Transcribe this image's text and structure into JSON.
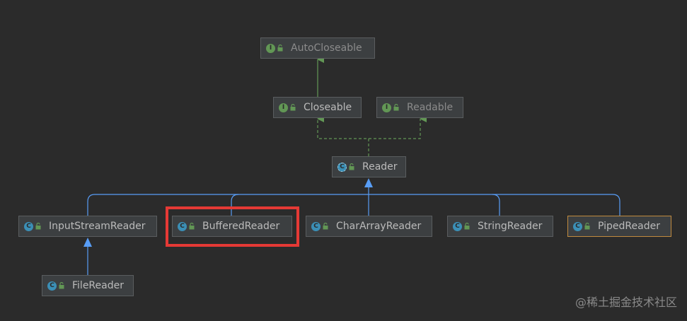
{
  "nodes": {
    "autocloseable": {
      "label": "AutoCloseable",
      "kind": "interface"
    },
    "closeable": {
      "label": "Closeable",
      "kind": "interface"
    },
    "readable": {
      "label": "Readable",
      "kind": "interface"
    },
    "reader": {
      "label": "Reader",
      "kind": "abstract-class"
    },
    "inputstreamreader": {
      "label": "InputStreamReader",
      "kind": "class"
    },
    "bufferedreader": {
      "label": "BufferedReader",
      "kind": "class"
    },
    "chararrayreader": {
      "label": "CharArrayReader",
      "kind": "class"
    },
    "stringreader": {
      "label": "StringReader",
      "kind": "class"
    },
    "pipedreader": {
      "label": "PipedReader",
      "kind": "class"
    },
    "filereader": {
      "label": "FileReader",
      "kind": "class"
    }
  },
  "badges": {
    "interface": "I",
    "class": "C"
  },
  "colors": {
    "background": "#2b2b2b",
    "extends_arrow": "#589df6",
    "implements_arrow": "#629755",
    "highlight": "#e53935"
  },
  "watermark": "@稀土掘金技术社区"
}
